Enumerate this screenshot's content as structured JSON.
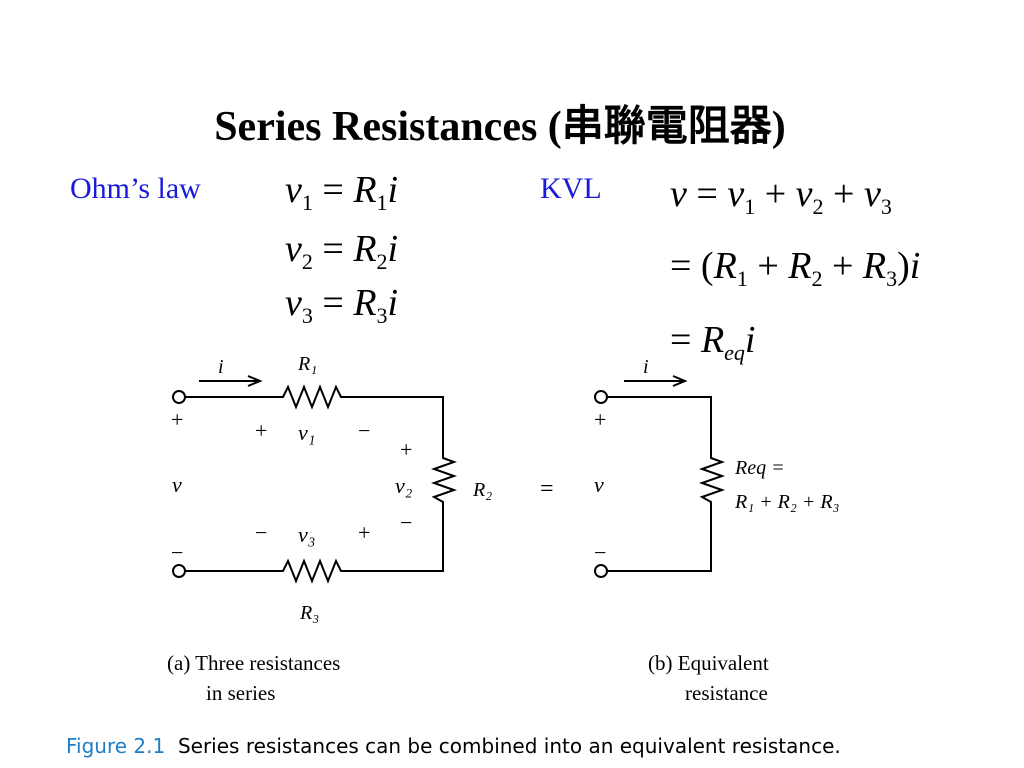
{
  "slide": {
    "title": "Series Resistances (串聯電阻器)",
    "ohms_label": "Ohm’s law",
    "kvl_label": "KVL",
    "ohm_eq1": {
      "lhs": "v",
      "lsub": "1",
      "rhs": "R",
      "rsub": "1",
      "tail": "i"
    },
    "ohm_eq2": {
      "lhs": "v",
      "lsub": "2",
      "rhs": "R",
      "rsub": "2",
      "tail": "i"
    },
    "ohm_eq3": {
      "lhs": "v",
      "lsub": "3",
      "rhs": "R",
      "rsub": "3",
      "tail": "i"
    },
    "kvl_line1": {
      "v": "v",
      "v1": "v",
      "s1": "1",
      "v2": "v",
      "s2": "2",
      "v3": "v",
      "s3": "3"
    },
    "kvl_line2": {
      "R": "R",
      "s1": "1",
      "s2": "2",
      "s3": "3",
      "tail": "i"
    },
    "kvl_line3": {
      "R": "R",
      "sub": "eq",
      "tail": "i"
    }
  },
  "figure_a": {
    "current": "i",
    "r1": "R₁",
    "r2": "R₂",
    "r3": "R₃",
    "v": "v",
    "v1": "v₁",
    "v2": "v₂",
    "v3": "v₃",
    "plus": "+",
    "minus": "−",
    "caption_line1": "(a) Three resistances",
    "caption_line2": "in series"
  },
  "figure_b": {
    "current": "i",
    "v": "v",
    "req_line1": "Req =",
    "req_line2": "R₁ + R₂ + R₃",
    "caption_line1": "(b) Equivalent",
    "caption_line2": "resistance"
  },
  "equals_sign": "=",
  "caption": {
    "figure_label": "Figure 2.1",
    "text": "Series resistances can be combined into an equivalent resistance."
  }
}
